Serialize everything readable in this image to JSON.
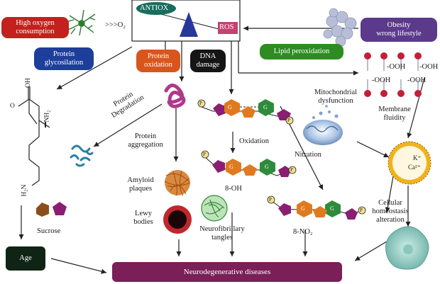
{
  "boxes": {
    "high_oxygen": "High oxygen\nconsumption",
    "o2": ">>>O₂",
    "antiox": "ANTIOX",
    "ros": "ROS",
    "obesity": "Obesity\nwrong lifestyle",
    "protein_glyco": "Protein\nglycosilation",
    "protein_oxidation": "Protein\noxidation",
    "dna_damage": "DNA\ndamage",
    "lipid_peroxidation": "Lipid peroxidation",
    "age": "Age",
    "neuro": "Neurodegenerative diseases"
  },
  "labels": {
    "ooh_1": "-OOH",
    "ooh_2": "-OOH",
    "ooh_3": "-OOH",
    "ooh_4": "-OOH",
    "mito": "Mitochondrial\ndysfunction",
    "membrane": "Membrane\nfluidity",
    "protein_degradation": "Protein\nDegradation",
    "protein_aggregation": "Protein\naggregation",
    "oxidation": "Oxidation",
    "nitration": "Nitration",
    "eight_oh": "8-OH",
    "eight_no2": "8-NO₂",
    "amyloid": "Amyloid\nplaques",
    "lewy": "Lewy\nbodies",
    "neurofibrillary": "Neurofibrillary\ntangles",
    "sucrose": "Sucrose",
    "cellular": "Cellular\nhomeostasis\nalteration",
    "k_ion": "K⁺",
    "ca_ion": "Ca²⁺",
    "mol_oh": "OH",
    "mol_o": "O",
    "mol_nh2": "NH₂",
    "mol_h2n": "H₂N",
    "g": "G",
    "p": "P"
  },
  "colors": {
    "red_box": "#c3211d",
    "navy_box": "#1d3e9a",
    "orange_box": "#d8561d",
    "dark_box": "#151515",
    "green_box": "#2e8c22",
    "purple_box": "#5b3a8c",
    "neuro_box": "#7a1f57",
    "age_box": "#0f2414",
    "triangle": "#26389a",
    "antiox_oval": "#176d5e",
    "ros_rect": "#c4426e",
    "nucleotide_orange": "#e07a1f",
    "nucleotide_green": "#2e8b3a",
    "pentagon_purple": "#8a1e72"
  }
}
